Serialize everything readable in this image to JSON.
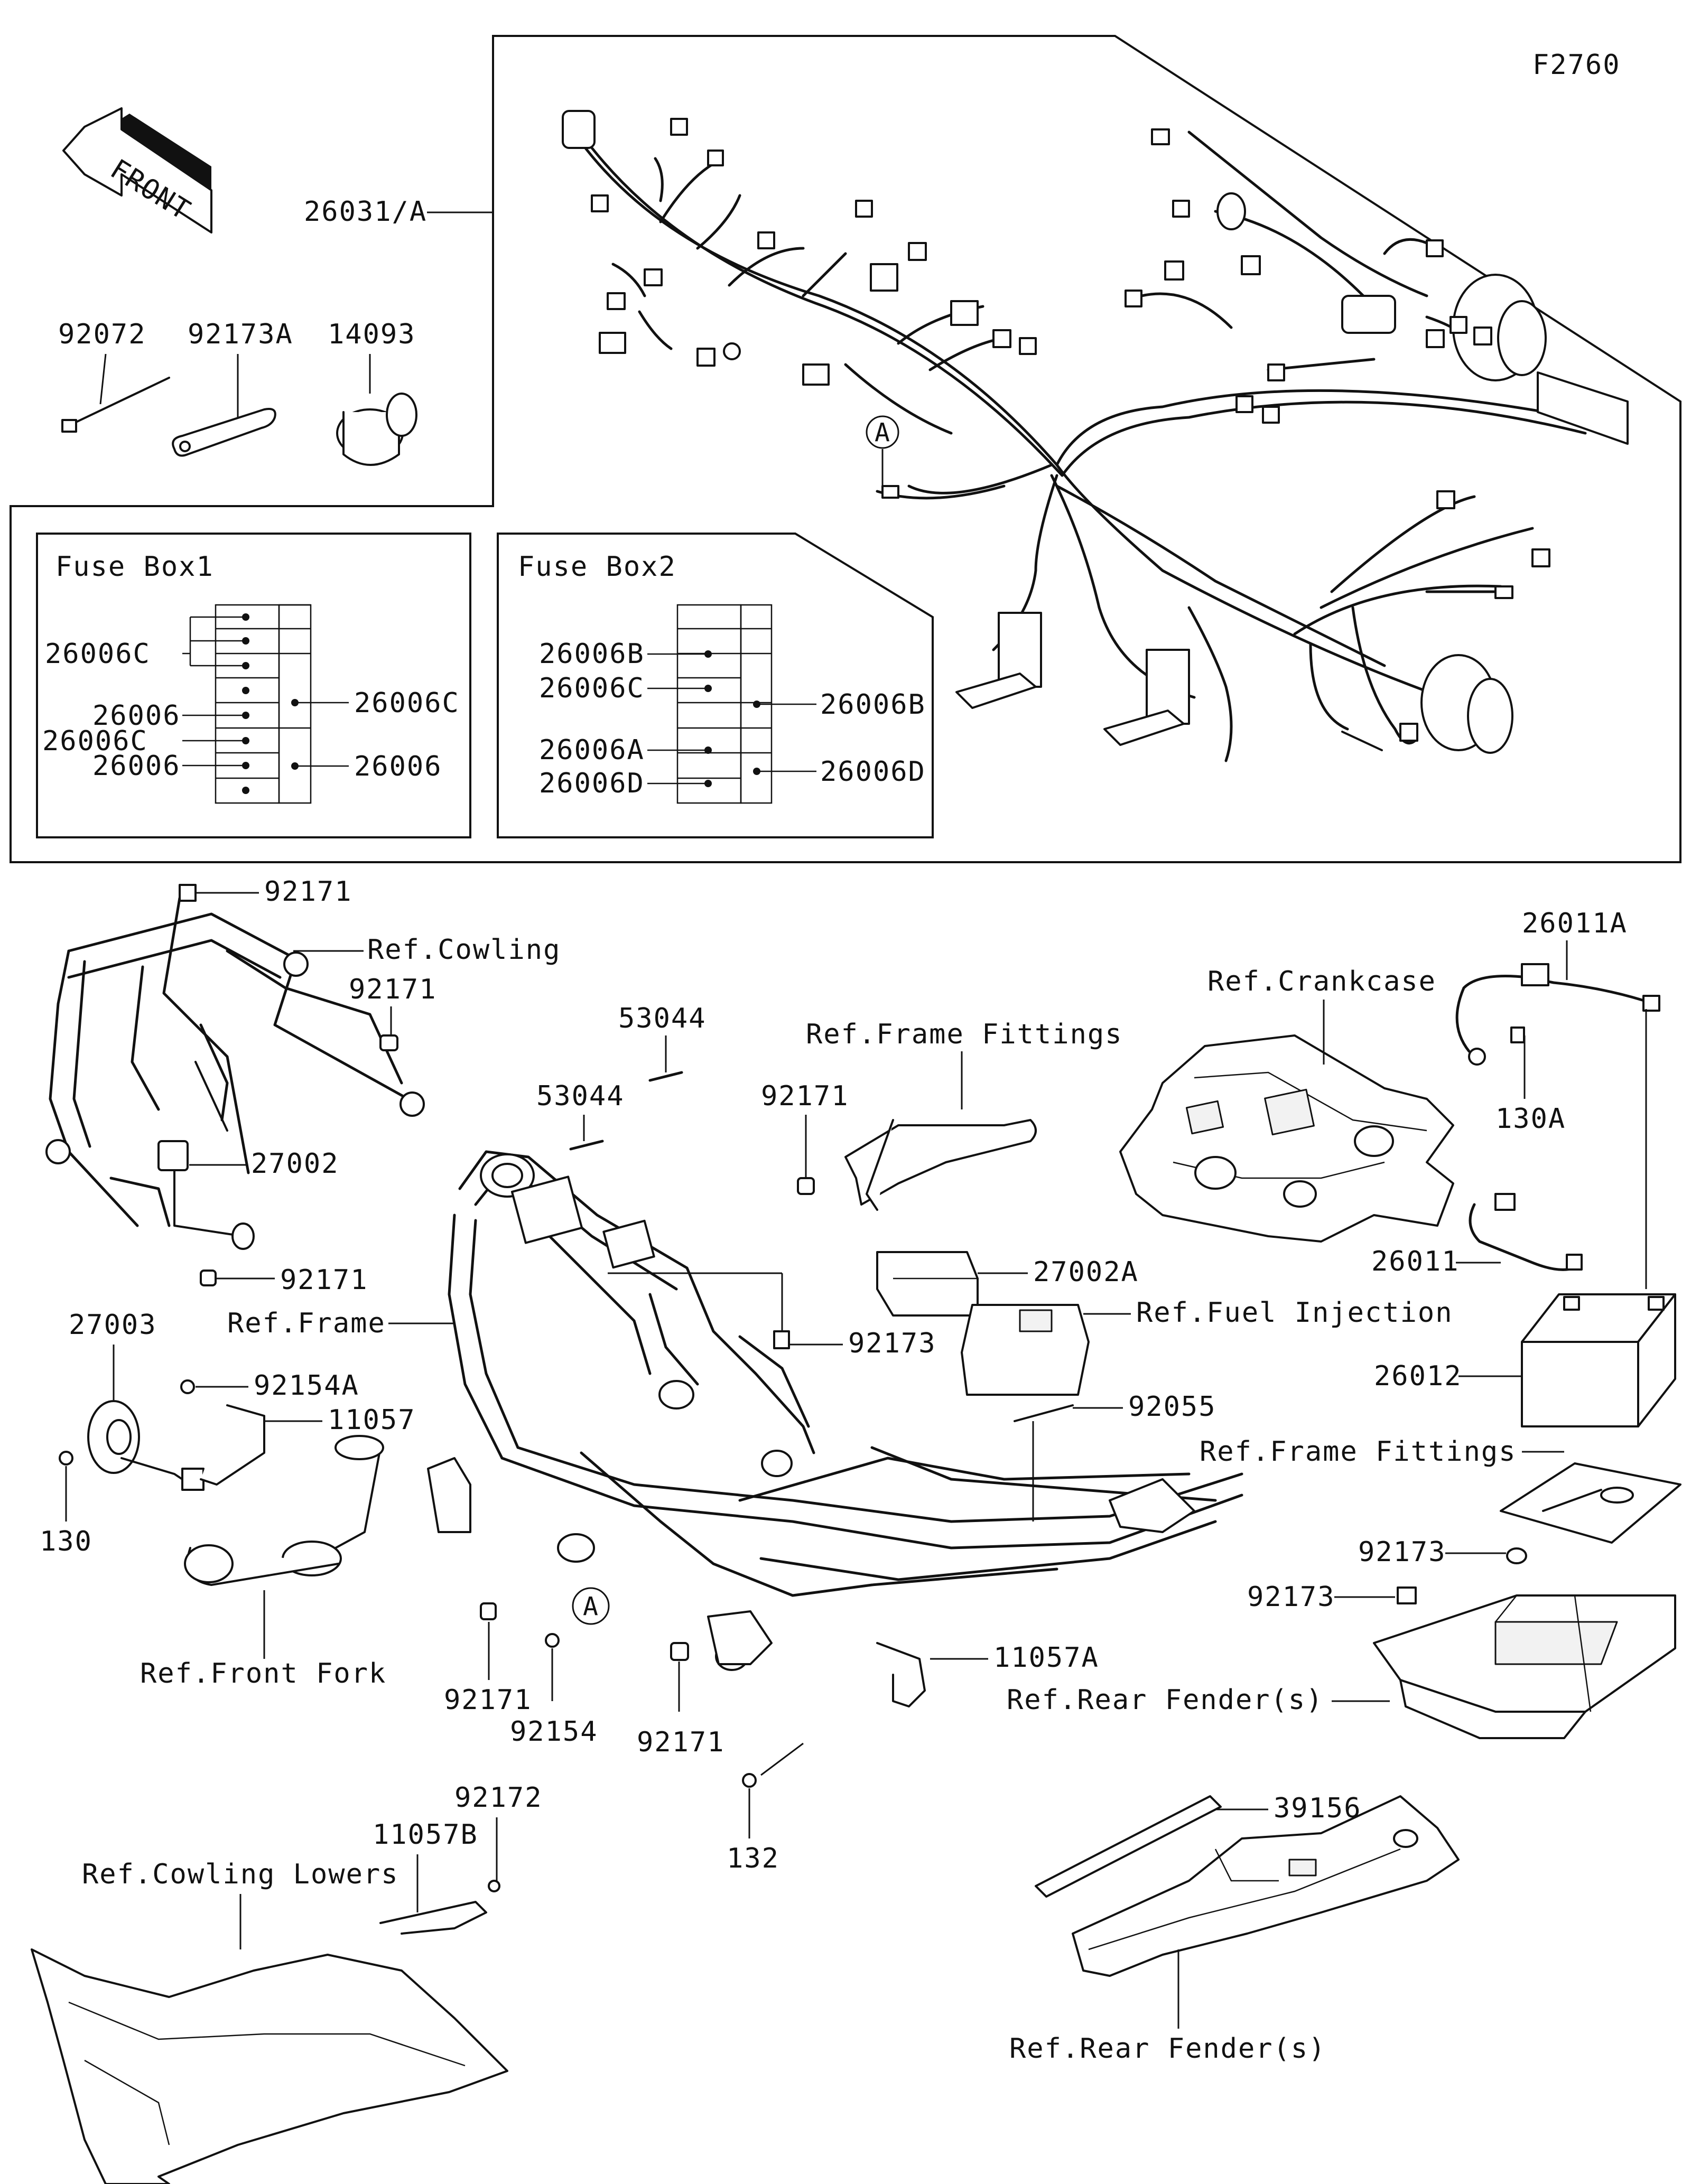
{
  "figure_code": "F2760",
  "front_arrow": {
    "text": "FRONT",
    "icon": "front-direction-arrow-icon"
  },
  "harness_ref": "26031/A",
  "small_parts": {
    "clamp": "92072",
    "band": "92173A",
    "cap": "14093"
  },
  "callout_marker": "A",
  "fuse_box1": {
    "title": "Fuse Box1",
    "left_labels": [
      "26006C",
      "26006",
      "26006C",
      "26006"
    ],
    "right_labels": [
      "26006C",
      "26006"
    ]
  },
  "fuse_box2": {
    "title": "Fuse Box2",
    "left_labels": [
      "26006B",
      "26006C",
      "26006A",
      "26006D"
    ],
    "right_labels": [
      "26006B",
      "26006D"
    ]
  },
  "callouts": {
    "c92171_top": "92171",
    "ref_cowling": "Ref.Cowling",
    "c92171_b": "92171",
    "c27002": "27002",
    "c92171_c": "92171",
    "ref_frame": "Ref.Frame",
    "c27003": "27003",
    "c92154A": "92154A",
    "c11057": "11057",
    "c130": "130",
    "ref_front_fork": "Ref.Front Fork",
    "c53044_a": "53044",
    "c53044_b": "53044",
    "ref_frame_fittings_1": "Ref.Frame Fittings",
    "c92171_d": "92171",
    "c27002A": "27002A",
    "ref_fuel_injection": "Ref.Fuel Injection",
    "c92173_a": "92173",
    "c92055": "92055",
    "ref_crankcase": "Ref.Crankcase",
    "c26011A": "26011A",
    "c130A": "130A",
    "c26011": "26011",
    "c26012": "26012",
    "ref_frame_fittings_2": "Ref.Frame Fittings",
    "c92173_b": "92173",
    "c92173_c": "92173",
    "c11057A": "11057A",
    "ref_rear_fender_1": "Ref.Rear Fender(s)",
    "c92171_e": "92171",
    "c92154": "92154",
    "c92171_f": "92171",
    "c132": "132",
    "c92172": "92172",
    "c11057B": "11057B",
    "ref_cowling_lowers": "Ref.Cowling Lowers",
    "c39156": "39156",
    "ref_rear_fender_2": "Ref.Rear Fender(s)"
  }
}
